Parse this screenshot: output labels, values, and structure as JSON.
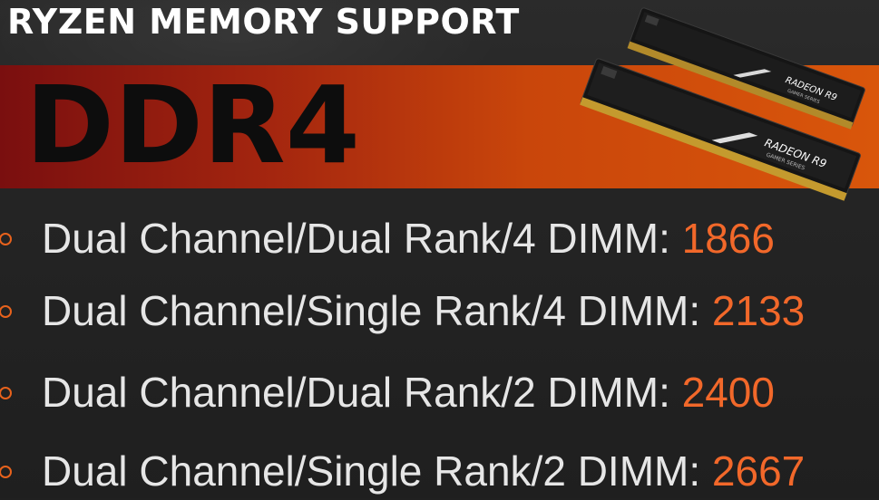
{
  "slide": {
    "title": "RYZEN MEMORY SUPPORT",
    "heading": "DDR4",
    "module_label_line1": "RADEON R9",
    "module_label_line2": "GAMER SERIES",
    "items": [
      {
        "text": "Dual Channel/Dual Rank/4 DIMM: ",
        "value": "1866"
      },
      {
        "text": "Dual Channel/Single Rank/4 DIMM: ",
        "value": "2133"
      },
      {
        "text": "Dual Channel/Dual Rank/2 DIMM: ",
        "value": "2400"
      },
      {
        "text": "Dual Channel/Single Rank/2 DIMM: ",
        "value": "2667"
      }
    ]
  },
  "colors": {
    "accent": "#f2682a",
    "band_start": "#7a0f0f",
    "band_end": "#d9560b",
    "background": "#202020",
    "text": "#e6e6e6"
  }
}
